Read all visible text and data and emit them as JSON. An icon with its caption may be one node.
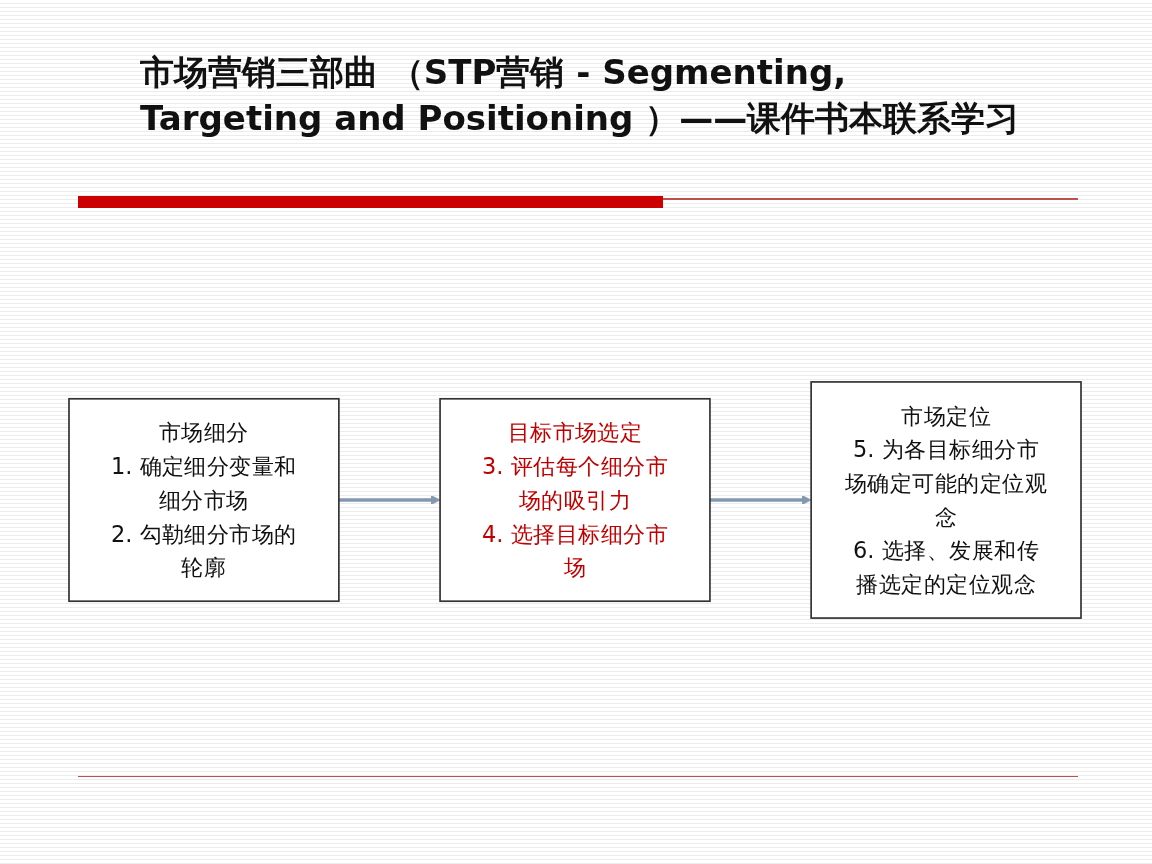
{
  "diagram": {
    "title": "市场营销三部曲 （STP营销 - Segmenting, Targeting and Positioning ）——课件书本联系学习",
    "nodes": [
      {
        "text": [
          "市场细分",
          "1. 确定细分变量和细分市场",
          "2. 勾勒细分市场的轮廓"
        ]
      },
      {
        "text": [
          "目标市场选定",
          "3. 评估每个细分市场的吸引力",
          "4. 选择目标细分市场"
        ]
      },
      {
        "text": [
          "市场定位",
          "5. 为各目标细分市场确定可能的定位观念",
          "6. 选择、发展和传播选定的定位观念"
        ]
      }
    ],
    "edges": [
      {
        "from": 0,
        "to": 1,
        "arrow": "to"
      },
      {
        "from": 1,
        "to": 2,
        "arrow": "to"
      }
    ]
  }
}
